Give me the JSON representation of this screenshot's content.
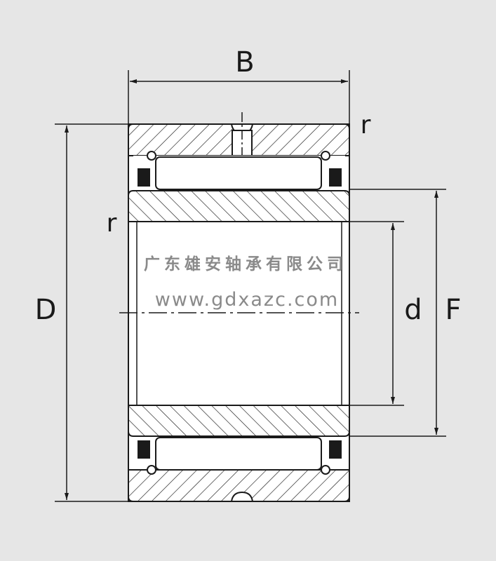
{
  "diagram": {
    "title": "Needle roller bearing cross-section",
    "labels": {
      "width": "B",
      "outer_diameter": "D",
      "bore_diameter": "d",
      "raceway_diameter": "F",
      "radius_top": "r",
      "radius_left": "r"
    },
    "watermark": {
      "company": "广东雄安轴承有限公司",
      "url": "www.gdxazc.com"
    },
    "colors": {
      "background": "#e6e6e6",
      "line": "#1a1a1a",
      "face": "#ffffff",
      "watermark": "#8a8a8a"
    }
  }
}
